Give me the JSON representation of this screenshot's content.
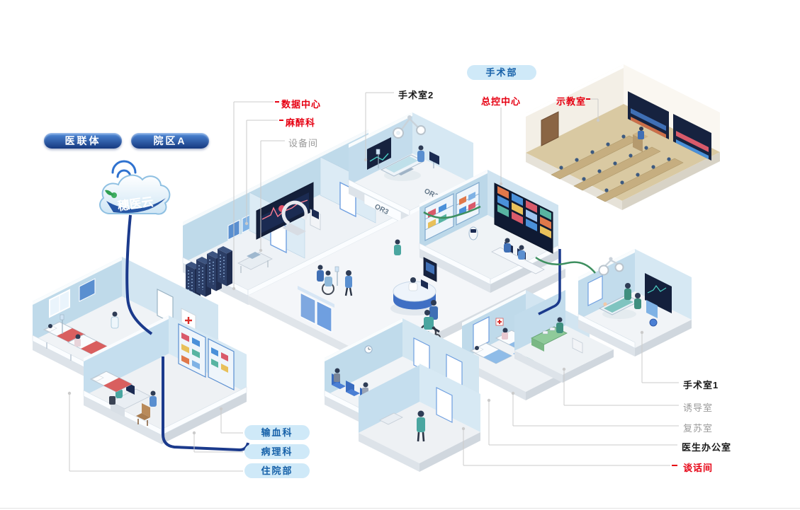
{
  "cloud": {
    "brand": "穗医云"
  },
  "badges": {
    "surgery_dept": "手术部",
    "medical_consortium": "医联体",
    "campus_a": "院区A",
    "blood_dept": "输血科",
    "pathology_dept": "病理科",
    "inpatient_dept": "住院部"
  },
  "labels": {
    "or2_room": "手术室2",
    "data_center": "数据中心",
    "anesthesiology": "麻醉科",
    "equipment_room": "设备间",
    "control_center": "总控中心",
    "teaching_room": "示教室",
    "or1_room": "手术室1",
    "induction_room": "诱导室",
    "recovery_room": "复苏室",
    "doctor_office": "医生办公室",
    "talk_room": "谈话间"
  },
  "room_tags": {
    "or2": "OR2",
    "or3": "OR3"
  },
  "colors": {
    "accent_red": "#e60012",
    "cable_navy": "#1b3a8c",
    "cable_green": "#3d8f5f",
    "wall_blue": "#bfdaea",
    "pill_bg": "#cfe9f8",
    "pill_text": "#1560a8",
    "badge_navy": "#16397f"
  }
}
